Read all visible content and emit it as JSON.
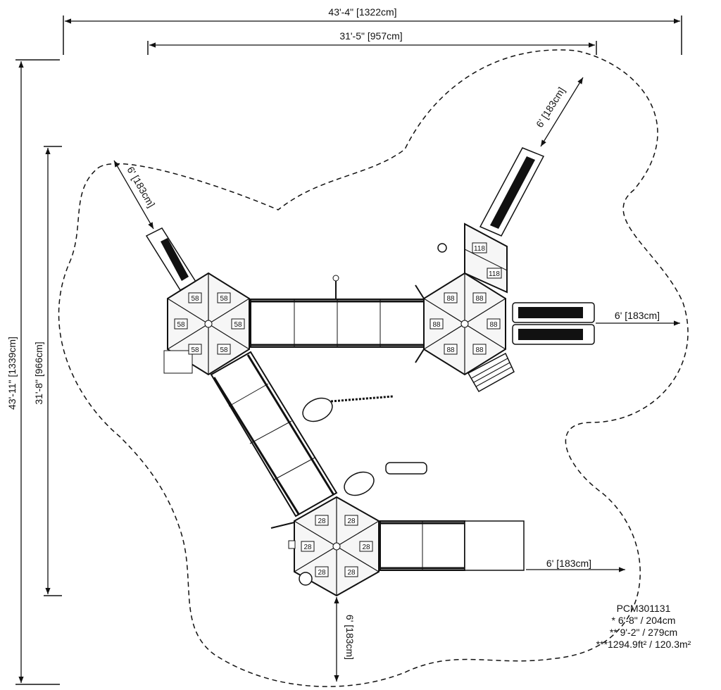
{
  "dimensions": {
    "overall_width": "43'-4\" [1322cm]",
    "structure_width": "31'-5\" [957cm]",
    "overall_depth": "43'-11\" [1339cm]",
    "structure_depth": "31'-8\" [966cm]",
    "zone_top_left": "6' [183cm]",
    "zone_top_right": "6' [183cm]",
    "zone_right": "6' [183cm]",
    "zone_bottom_right": "6' [183cm]",
    "zone_bottom": "6' [183cm]"
  },
  "decks": {
    "left": "58",
    "right": "88",
    "right_upper": "118",
    "bottom": "28"
  },
  "spec": {
    "model": "PCM301131",
    "line1": "* 6'-8\" / 204cm",
    "line2": "** 9'-2\" / 279cm",
    "line3": "***1294.9ft² / 120.3m²"
  }
}
